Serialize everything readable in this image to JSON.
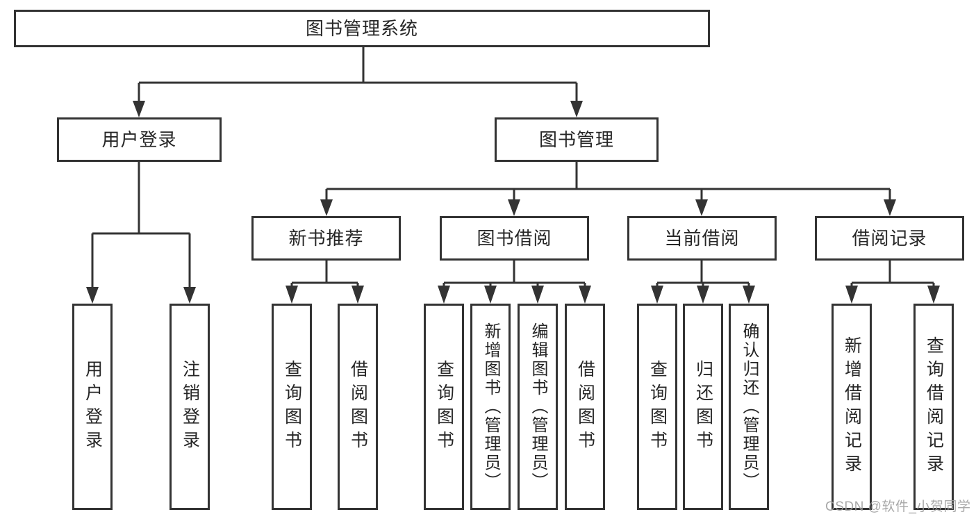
{
  "diagram": {
    "title": "图书管理系统",
    "level2": {
      "user_login": "用户登录",
      "book_management": "图书管理"
    },
    "level3": {
      "new_book_recommendation": "新书推荐",
      "book_borrowing": "图书借阅",
      "current_borrowing": "当前借阅",
      "borrowing_records": "借阅记录"
    },
    "leaves": {
      "user_login": "用户登录",
      "logout": "注销登录",
      "recommend_query_books": "查询图书",
      "recommend_borrow_books": "借阅图书",
      "borrow_query_books": "查询图书",
      "borrow_add_book_admin": "新增图书（管理员）",
      "borrow_edit_book_admin": "编辑图书（管理员）",
      "borrow_borrow_books": "借阅图书",
      "current_query_books": "查询图书",
      "current_return_books": "归还图书",
      "current_confirm_return_admin": "确认归还（管理员）",
      "records_add_record": "新增借阅记录",
      "records_query_record": "查询借阅记录"
    }
  },
  "watermark": {
    "text": "CSDN @软件_小贺同学"
  },
  "colors": {
    "line": "#333333",
    "box_border": "#333333",
    "text": "#262626",
    "watermark": "#9e9e9e",
    "background": "#ffffff"
  }
}
